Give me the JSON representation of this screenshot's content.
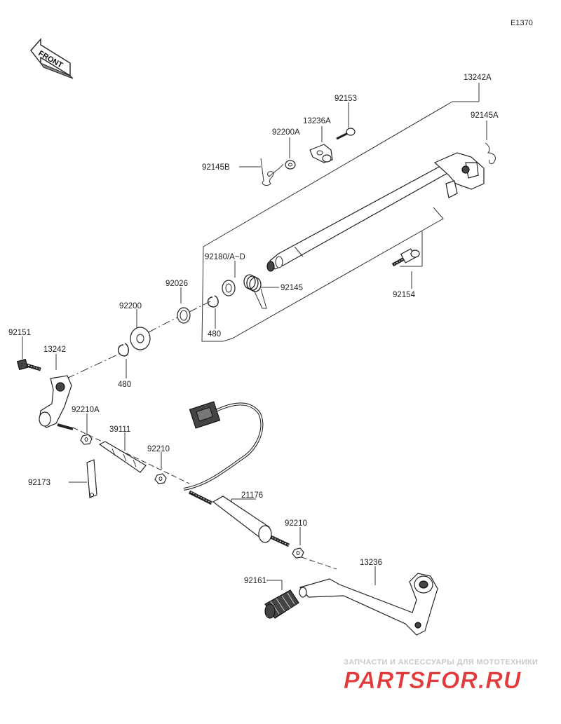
{
  "diagram_code": "E1370",
  "front_label": "FRONT",
  "labels": {
    "p13242A": "13242A",
    "p92153": "92153",
    "p92145A": "92145A",
    "p13236A": "13236A",
    "p92200A": "92200A",
    "p92145B": "92145B",
    "p92180": "92180/A~D",
    "p92145": "92145",
    "p92154": "92154",
    "p92026": "92026",
    "p480a": "480",
    "p92200": "92200",
    "p480b": "480",
    "p92151": "92151",
    "p13242": "13242",
    "p92210A": "92210A",
    "p39111": "39111",
    "p92210a": "92210",
    "p92173": "92173",
    "p21176": "21176",
    "p92210b": "92210",
    "p13236": "13236",
    "p92161": "92161"
  },
  "watermark": {
    "tagline": "ЗАПЧАСТИ И АКСЕССУАРЫ ДЛЯ МОТОТЕХНИКИ",
    "brand": "PARTSFOR.RU",
    "color": "#e23a3a"
  }
}
